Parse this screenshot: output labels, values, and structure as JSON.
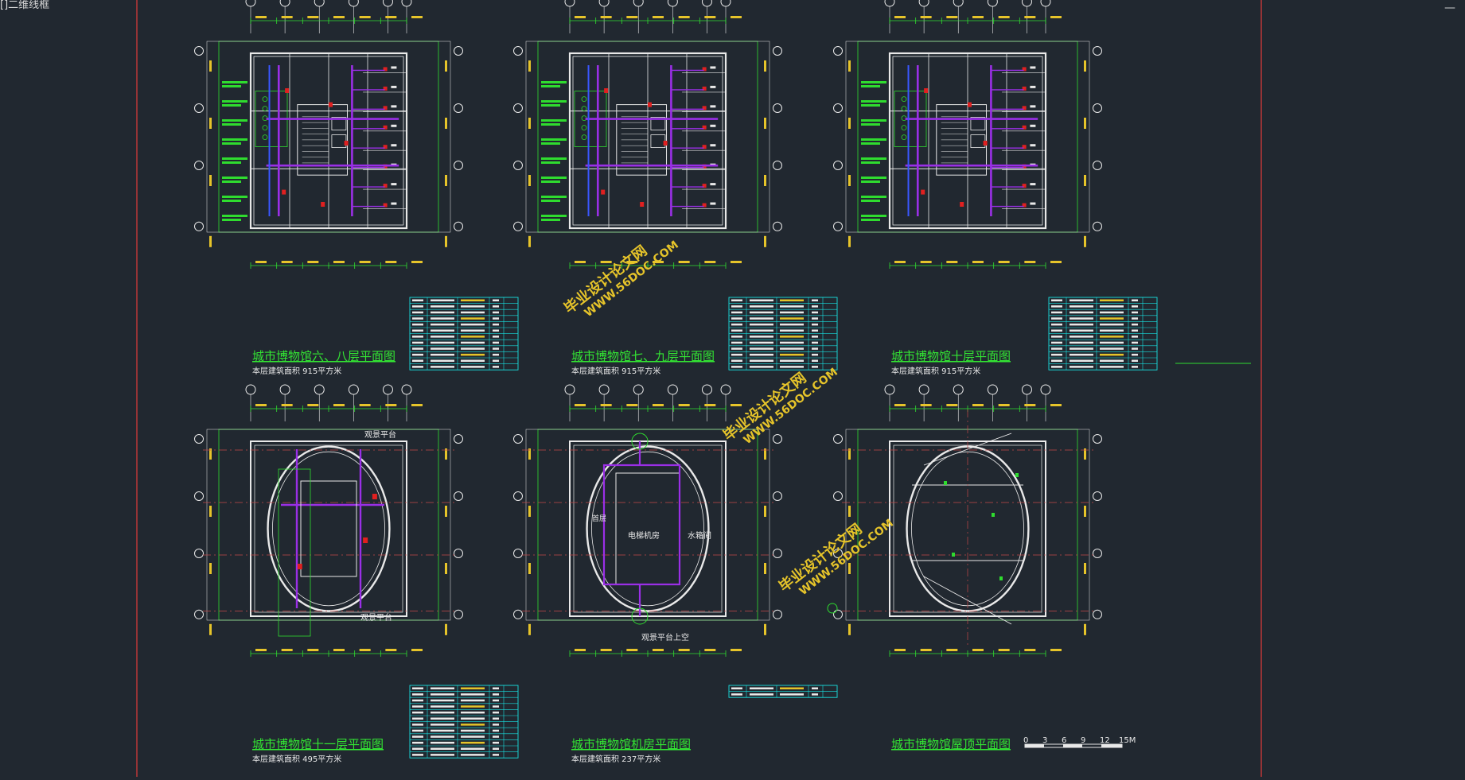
{
  "viewport": {
    "label": "[]二维线框",
    "minimize_glyph": "—"
  },
  "colors": {
    "background": "#212830",
    "frame": "#e23b3b",
    "wall": "#e9e9e9",
    "dimension": "#2fdc2f",
    "pipe": "#9a2fe6",
    "table": "#19e0e0",
    "title": "#33e533",
    "watermark": "#e6c42a",
    "axis_dash": "#c54848"
  },
  "plans": [
    {
      "id": "plan-6-8",
      "title": "城市博物馆六、八层平面图",
      "area_text": "本层建筑面积   915平方米",
      "kind": "office"
    },
    {
      "id": "plan-7-9",
      "title": "城市博物馆七、九层平面图",
      "area_text": "本层建筑面积   915平方米",
      "kind": "office"
    },
    {
      "id": "plan-10",
      "title": "城市博物馆十层平面图",
      "area_text": "本层建筑面积   915平方米",
      "kind": "office"
    },
    {
      "id": "plan-11",
      "title": "城市博物馆十一层平面图",
      "area_text": "本层建筑面积   495平方米",
      "kind": "ellipse"
    },
    {
      "id": "plan-machine",
      "title": "城市博物馆机房平面图",
      "area_text": "本层建筑面积   237平方米",
      "kind": "machine"
    },
    {
      "id": "plan-roof",
      "title": "城市博物馆屋顶平面图",
      "area_text": "",
      "kind": "roof"
    }
  ],
  "room_labels": {
    "viewing_platform": "观景平台",
    "viewing_platform_above": "观景平台上空",
    "water_tank": "水箱间",
    "elevator_machine": "电梯机房",
    "office": "首层"
  },
  "watermarks": [
    "毕业设计论文网",
    "WWW.56DOC.COM"
  ],
  "scale_bar": {
    "ticks": [
      "0",
      "3",
      "6",
      "9",
      "12",
      "15M"
    ]
  }
}
